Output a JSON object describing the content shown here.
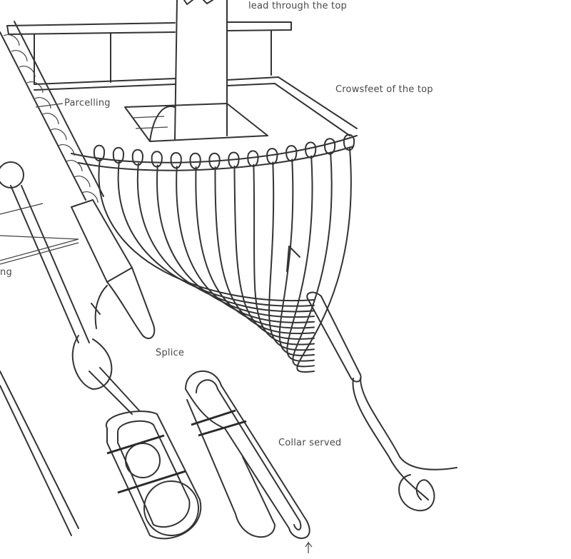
{
  "labels": {
    "lead": "lead through the top",
    "parcelling": "Parcelling",
    "crowsfeet": "Crowsfeet of the top",
    "worming_partial": "ng",
    "splice": "Splice",
    "collar": "Collar served"
  },
  "colors": {
    "ink": "#333333",
    "label": "#4a4a4a",
    "background": "#ffffff"
  }
}
